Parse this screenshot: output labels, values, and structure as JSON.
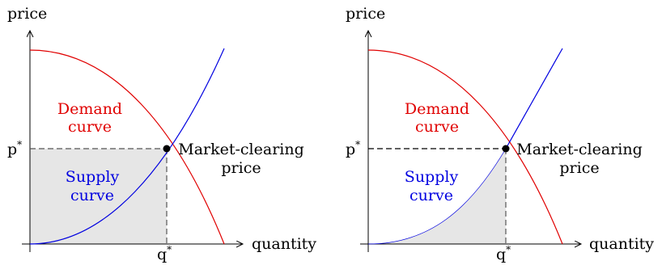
{
  "panels": [
    {
      "y_axis_label": "price",
      "x_axis_label": "quantity",
      "price_label": "p",
      "quantity_label": "q",
      "star": "*",
      "demand_label": [
        "Demand",
        "curve"
      ],
      "supply_label": [
        "Supply",
        "curve"
      ],
      "equilibrium_label": [
        "Market-clearing",
        "price"
      ],
      "shaded_region": "rectangle"
    },
    {
      "y_axis_label": "price",
      "x_axis_label": "quantity",
      "price_label": "p",
      "quantity_label": "q",
      "star": "*",
      "demand_label": [
        "Demand",
        "curve"
      ],
      "supply_label": [
        "Supply",
        "curve"
      ],
      "equilibrium_label": [
        "Market-clearing",
        "price"
      ],
      "shaded_region": "under-supply"
    }
  ],
  "colors": {
    "demand": "#e00000",
    "supply": "#0000e0",
    "axis": "#000000",
    "guide": "#555555",
    "shade": "#e6e6e6"
  }
}
